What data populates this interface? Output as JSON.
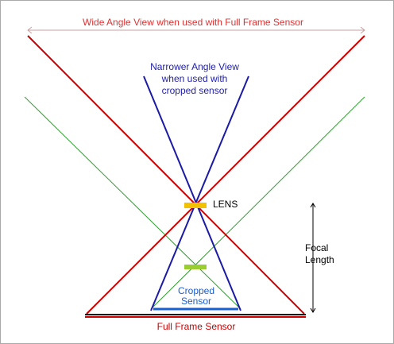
{
  "labels": {
    "wide_angle": "Wide Angle View when used with Full Frame Sensor",
    "narrow_line1": "Narrower  Angle View",
    "narrow_line2": "when used with",
    "narrow_line3": "cropped sensor",
    "lens": "LENS",
    "focal_line1": "Focal",
    "focal_line2": "Length",
    "cropped_line1": "Cropped",
    "cropped_line2": "Sensor",
    "full_frame": "Full Frame Sensor"
  },
  "colors": {
    "wide_rays": "#cc0000",
    "narrow_rays": "#1a1aa6",
    "crop_rays": "#2e9e2e",
    "lens": "#f2c200",
    "crop_sensor_marker": "#9acd32",
    "full_frame_sensor": "#cc0000",
    "cropped_sensor": "#1a5fd0",
    "wide_label": "#dd3333",
    "narrow_label": "#1f1fa8",
    "black": "#000000",
    "arrow_gray": "#b0a0a0"
  }
}
